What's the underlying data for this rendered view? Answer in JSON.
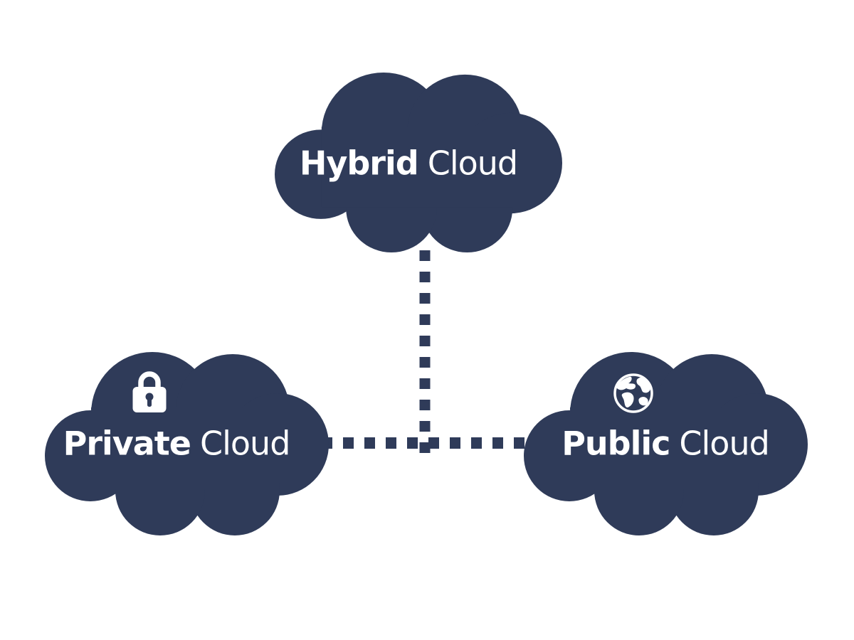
{
  "colors": {
    "cloud": "#2F3B59",
    "label": "#FFFFFF",
    "background": "#FFFFFF",
    "icon_foreground": "#FFFFFF"
  },
  "nodes": {
    "hybrid": {
      "bold_word": "Hybrid",
      "regular_word": "Cloud",
      "icon": "none"
    },
    "private": {
      "bold_word": "Private",
      "regular_word": "Cloud",
      "icon": "lock-icon"
    },
    "public": {
      "bold_word": "Public",
      "regular_word": "Cloud",
      "icon": "globe-icon"
    }
  },
  "connectors": {
    "hybrid_to_junction": {
      "style": "dashed",
      "orientation": "vertical"
    },
    "private_to_public": {
      "style": "dashed",
      "orientation": "horizontal"
    }
  }
}
